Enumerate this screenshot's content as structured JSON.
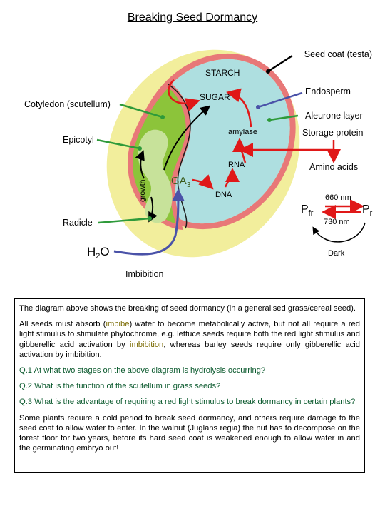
{
  "title": "Breaking Seed Dormancy",
  "labels": {
    "seed_coat": "Seed coat (testa)",
    "starch": "STARCH",
    "endosperm": "Endosperm",
    "sugar": "SUGAR",
    "cotyledon": "Cotyledon (scutellum)",
    "aleurone": "Aleurone layer",
    "amylase": "amylase",
    "storage_protein": "Storage protein",
    "epicotyl": "Epicotyl",
    "rna": "RNA",
    "amino_acids": "Amino acids",
    "growth": "growth",
    "ga3_main": "GA",
    "ga3_sub": "3",
    "dna": "DNA",
    "nm660": "660 nm",
    "pfr_main": "P",
    "pfr_sub": "fr",
    "pr_main": "P",
    "pr_sub": "r",
    "nm730": "730 nm",
    "radicle": "Radicle",
    "h2o_h": "H",
    "h2o_2": "2",
    "h2o_o": "O",
    "dark": "Dark",
    "imbibition": "Imbibition"
  },
  "text": {
    "p1": "The diagram above shows the breaking of seed dormancy (in a generalised grass/cereal seed).",
    "p2a": "All seeds must absorb (",
    "p2b": "imbibe",
    "p2c": ") water to become metabolically active, but not all require a red light stimulus to stimulate phytochrome, e.g. lettuce seeds require both the red light stimulus and gibberellic acid activation by ",
    "p2d": "imbibition",
    "p2e": ", whereas barley seeds require only gibberellic acid activation by imbibition.",
    "q1": "Q.1 At what two stages on the above diagram is hydrolysis occurring?",
    "q2": "Q.2 What is the function of the scutellum in grass seeds?",
    "q3": "Q.3 What is the advantage of requiring a red light stimulus to break dormancy in certain plants?",
    "p3": "Some plants require a cold period to break seed dormancy, and others require damage to the seed coat to allow water to enter. In the walnut (Juglans regia) the nut has to decompose on the forest floor for two years, before its hard seed coat is weakened enough to allow water in and the germinating embryo out!"
  },
  "colors": {
    "seed_coat": "#f2ee9c",
    "endosperm": "#aedfe0",
    "aleurone": "#e87878",
    "cotyledon": "#8cc43a",
    "embryo": "#c7e29a",
    "red_arrow": "#e01818",
    "green_line": "#2e9a3a",
    "blue_arrow": "#4a52a8",
    "question": "#0b5a2e"
  }
}
